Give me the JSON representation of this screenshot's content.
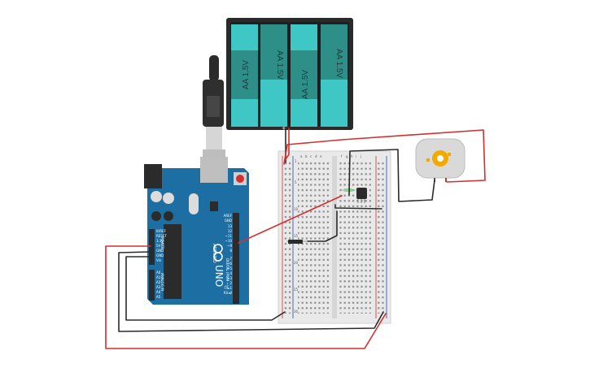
{
  "colors": {
    "battery_holder": "#2a2a2a",
    "cell_light": "#3ec7c4",
    "cell_dark": "#2e8e88",
    "arduino_board": "#1d6fa3",
    "breadboard": "#e9e9e9",
    "wire_red": "#d32f2f",
    "wire_black": "#2b2b2b",
    "motor_body": "#d9d9d9",
    "motor_shaft": "#f2a900"
  },
  "battery_pack": {
    "cells": [
      {
        "label": "AA 1.5V"
      },
      {
        "label": "AA 1.5V"
      },
      {
        "label": "AA 1.5V"
      },
      {
        "label": "AA 1.5V"
      }
    ],
    "plus_sign": "+"
  },
  "arduino": {
    "brand": "ARDUINO",
    "model": "UNO",
    "header_labels": {
      "aref": "AREF",
      "gnd": "GND",
      "pins": [
        "13",
        "12",
        "~11",
        "~10",
        "~9",
        "8",
        "7",
        "~6",
        "~5",
        "4",
        "~3",
        "2",
        "TX▸1",
        "RX◂0"
      ],
      "power": [
        "IOREF",
        "RESET",
        "3.3V",
        "5V",
        "GND",
        "GND",
        "Vin"
      ],
      "analog": [
        "A0",
        "A1",
        "A2",
        "A3",
        "A4",
        "A5"
      ],
      "digital_label": "DIGITAL (PWM ~)",
      "power_label": "POWER",
      "analog_label": "ANALOG IN"
    }
  },
  "breadboard": {
    "col_letters_left": [
      "a",
      "b",
      "c",
      "d",
      "e"
    ],
    "col_letters_right": [
      "f",
      "g",
      "h",
      "i",
      "j"
    ],
    "row_numbers": [
      "1",
      "5",
      "10",
      "15",
      "20",
      "25",
      "30"
    ]
  }
}
